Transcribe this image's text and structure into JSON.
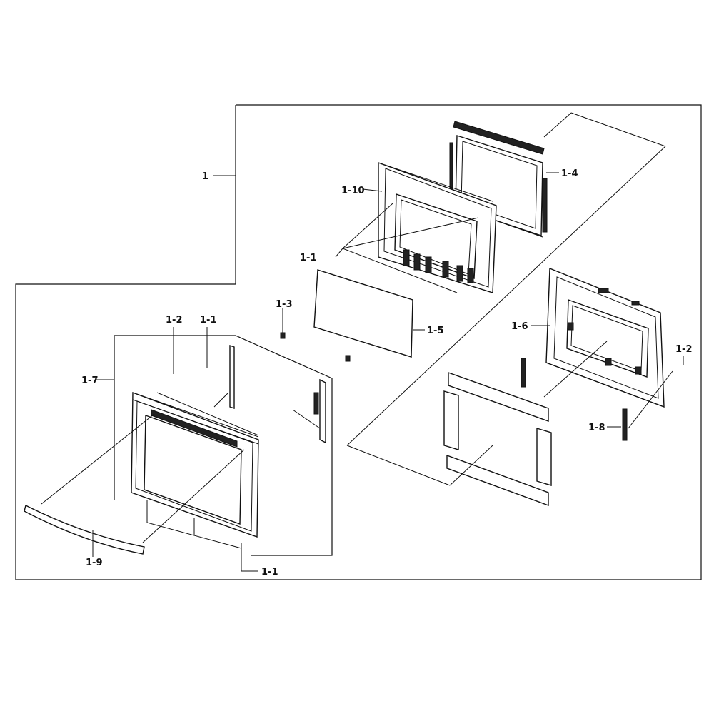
{
  "labels": {
    "assembly": "1",
    "frame_top": "1-10",
    "screw_top": "1-1",
    "glass_top": "1-4",
    "hinge_screw": "1-3",
    "glass_mid": "1-5",
    "inner_door": "1-6",
    "screw_right": "1-2",
    "hinge_right": "1-8",
    "screw_outer_a": "1-2",
    "screw_outer_b": "1-1",
    "outer_door": "1-7",
    "handle": "1-9",
    "screw_bottom": "1-1"
  }
}
